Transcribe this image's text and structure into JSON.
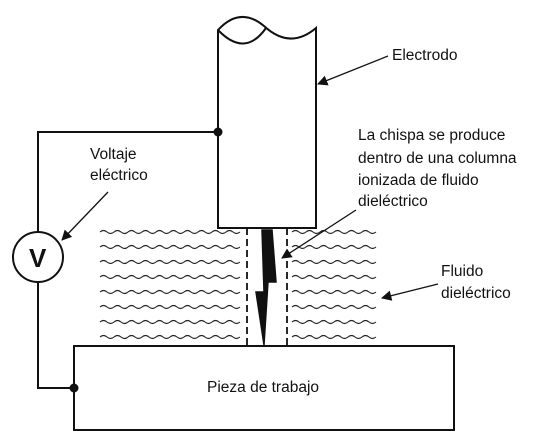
{
  "labels": {
    "electrode": "Electrodo",
    "voltage_line1": "Voltaje",
    "voltage_line2": "eléctrico",
    "spark_line1": "La chispa se produce",
    "spark_line2": "dentro de una columna",
    "spark_line3": "ionizada de fluido",
    "spark_line4": "dieléctrico",
    "fluid_line1": "Fluido",
    "fluid_line2": "dieléctrico",
    "workpiece": "Pieza de trabajo",
    "voltmeter_symbol": "V"
  },
  "colors": {
    "line": "#111111",
    "background": "#ffffff"
  }
}
